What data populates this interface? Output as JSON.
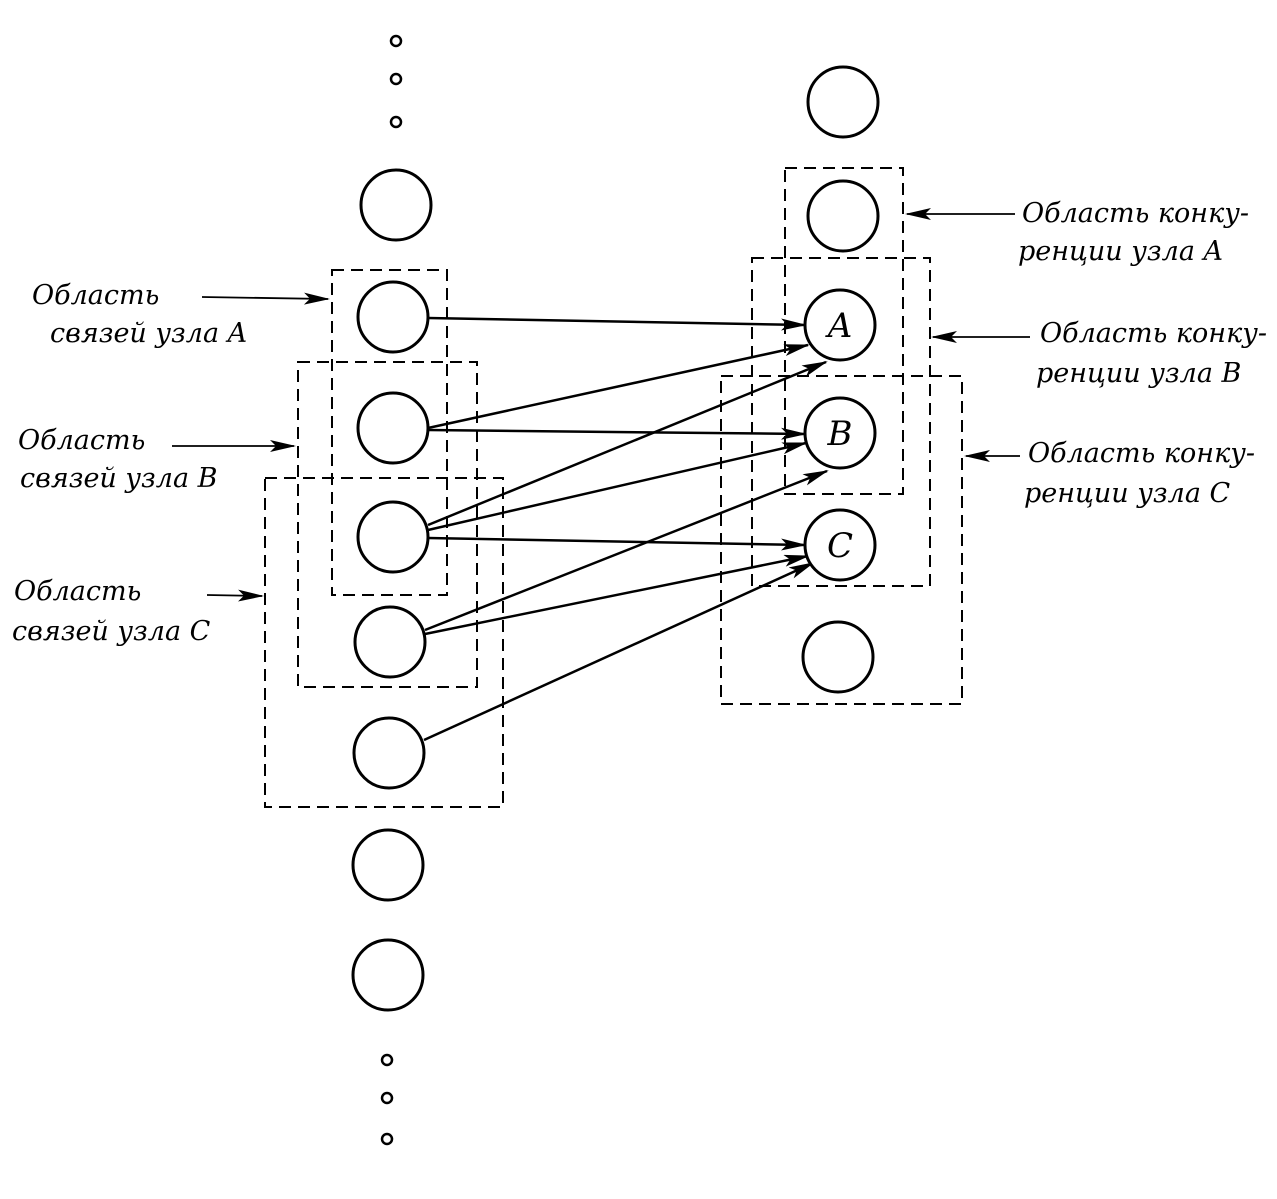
{
  "colors": {
    "ink": "#000000",
    "paper": "#ffffff"
  },
  "node_labels": {
    "a": "A",
    "b": "B",
    "c": "C"
  },
  "annotations": {
    "conn_a": {
      "line1": "Область",
      "line2": "связей узла A"
    },
    "conn_b": {
      "line1": "Область",
      "line2": "связей узла B"
    },
    "conn_c": {
      "line1": "Область",
      "line2": "связей узла C"
    },
    "comp_a": {
      "line1": "Область конку-",
      "line2": "ренции узла A"
    },
    "comp_b": {
      "line1": "Область конку-",
      "line2": "ренции узла B"
    },
    "comp_c": {
      "line1": "Область конку-",
      "line2": "ренции узла C"
    }
  }
}
